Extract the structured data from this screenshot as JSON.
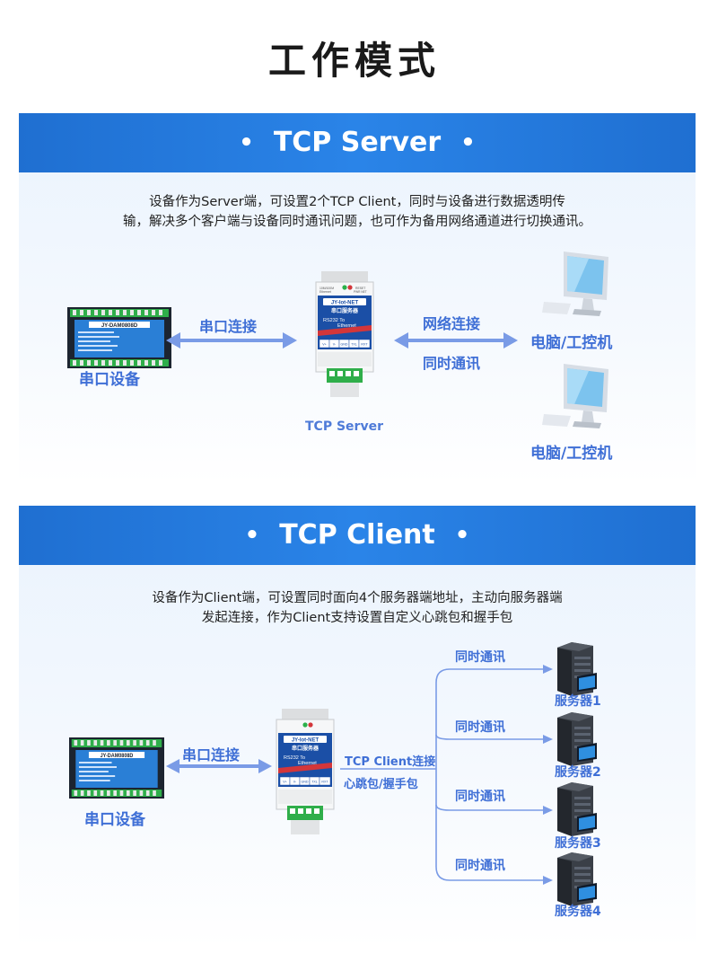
{
  "title": "工作模式",
  "server_section": {
    "header": "TCP Server",
    "bullet": "•",
    "desc_line1": "设备作为Server端，可设置2个TCP Client，同时与设备进行数据透明传",
    "desc_line2": "输，解决多个客户端与设备同时通讯问题，也可作为备用网络通道进行切换通讯。",
    "serial_device_label": "串口设备",
    "serial_link_label": "串口连接",
    "device_caption": "TCP Server",
    "network_label": "网络连接",
    "sync_label": "同时通讯",
    "pc1_label": "电脑/工控机",
    "pc2_label": "电脑/工控机"
  },
  "client_section": {
    "header": "TCP Client",
    "bullet": "•",
    "desc_line1": "设备作为Client端，可设置同时面向4个服务器端地址，主动向服务器端",
    "desc_line2": "发起连接，作为Client支持设置自定义心跳包和握手包",
    "serial_device_label": "串口设备",
    "serial_link_label": "串口连接",
    "conn_label1": "TCP Client连接",
    "conn_label2": "心跳包/握手包",
    "branches": [
      {
        "comm": "同时通讯",
        "server": "服务器1"
      },
      {
        "comm": "同时通讯",
        "server": "服务器2"
      },
      {
        "comm": "同时通讯",
        "server": "服务器3"
      },
      {
        "comm": "同时通讯",
        "server": "服务器4"
      }
    ]
  },
  "device": {
    "model": "JY-Iot-NET",
    "name": "串口服务器",
    "spec_line1": "RS232 To",
    "spec_line2": "Ethernet",
    "top_left": "10M/100M",
    "top_left2": "Ethernet",
    "top_right": "RESET",
    "top_right2": "PWR  NET",
    "terminals": [
      "V+",
      "V-",
      "GND",
      "TXL",
      "RXT"
    ]
  },
  "module": {
    "model": "JY-DAM0808D"
  },
  "colors": {
    "header_blue": "#1f6fd1",
    "label_blue": "#3f6fd6",
    "arrow_blue": "#7a9be6"
  }
}
